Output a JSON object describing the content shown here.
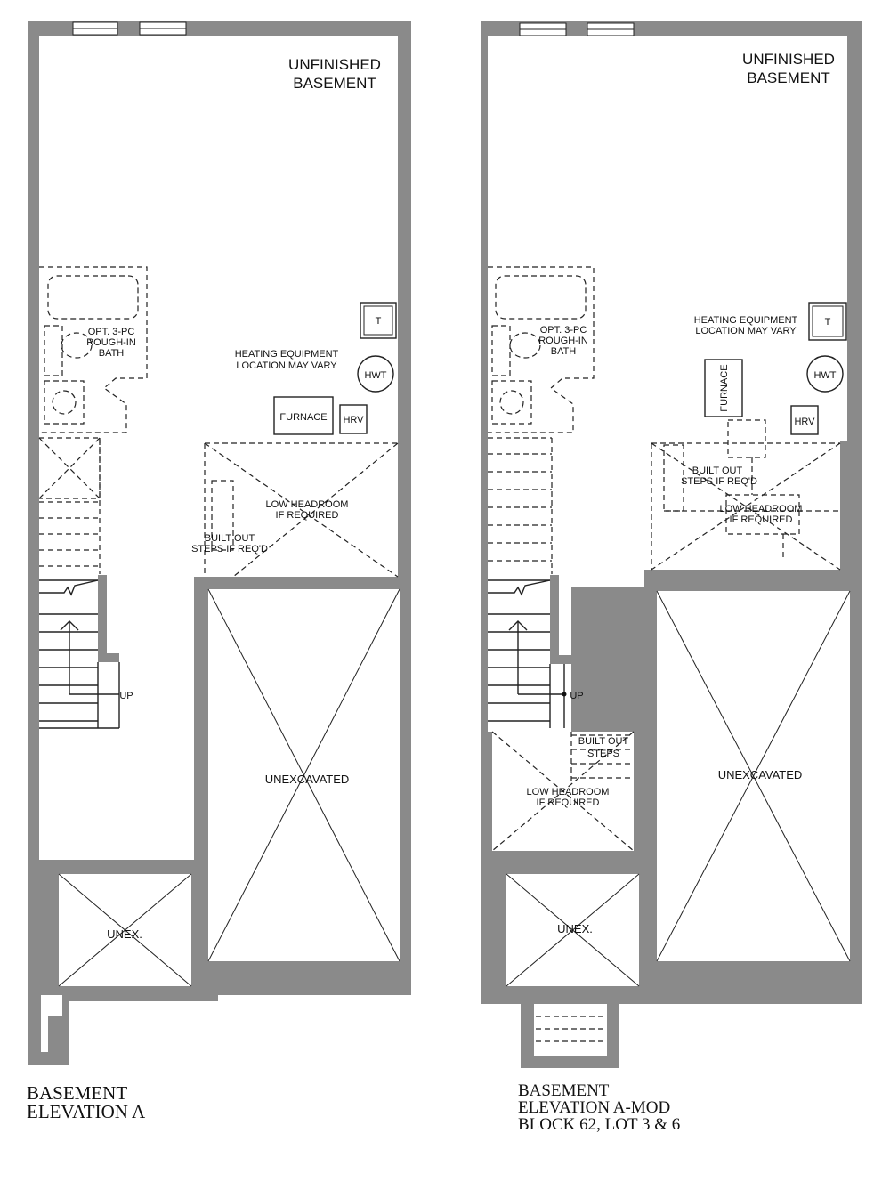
{
  "plan_a": {
    "unfinished_line1": "UNFINISHED",
    "unfinished_line2": "BASEMENT",
    "bath_line1": "OPT. 3-PC",
    "bath_line2": "ROUGH-IN",
    "bath_line3": "BATH",
    "heating_line1": "HEATING EQUIPMENT",
    "heating_line2": "LOCATION MAY VARY",
    "t": "T",
    "hwt": "HWT",
    "furnace": "FURNACE",
    "hrv": "HRV",
    "low_headroom_line1": "LOW HEADROOM",
    "low_headroom_line2": "IF REQUIRED",
    "built_out_line1": "BUILT OUT",
    "built_out_line2": "STEPS IF REQ'D",
    "up": "UP",
    "unexcavated": "UNEXCAVATED",
    "unex": "UNEX.",
    "caption_line1": "BASEMENT",
    "caption_line2": "ELEVATION A"
  },
  "plan_b": {
    "unfinished_line1": "UNFINISHED",
    "unfinished_line2": "BASEMENT",
    "bath_line1": "OPT. 3-PC",
    "bath_line2": "ROUGH-IN",
    "bath_line3": "BATH",
    "heating_line1": "HEATING EQUIPMENT",
    "heating_line2": "LOCATION MAY VARY",
    "t": "T",
    "hwt": "HWT",
    "furnace": "FURNACE",
    "hrv": "HRV",
    "built_out_line1": "BUILT OUT",
    "built_out_line2": "STEPS IF REQ'D",
    "low_headroom_line1": "LOW HEADROOM",
    "low_headroom_line2": "IF REQUIRED",
    "up": "UP",
    "built_out_steps_line1": "BUILT OUT",
    "built_out_steps_line2": "STEPS",
    "low_headroom2_line1": "LOW HEADROOM",
    "low_headroom2_line2": "IF REQUIRED",
    "unexcavated": "UNEXCAVATED",
    "unex": "UNEX.",
    "caption_line1": "BASEMENT",
    "caption_line2": "ELEVATION A-MOD",
    "caption_line3": "BLOCK 62, LOT 3 & 6"
  }
}
